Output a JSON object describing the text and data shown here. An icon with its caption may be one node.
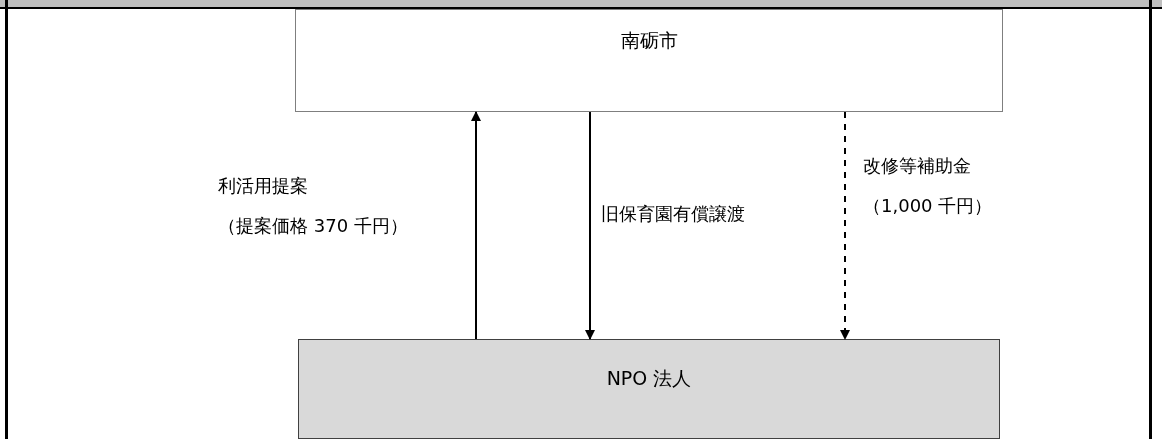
{
  "diagram": {
    "nodes": [
      {
        "text": [
          "南砺市"
        ]
      },
      {
        "text": [
          "NPO 法人"
        ]
      }
    ],
    "edges": [
      {
        "from": 1,
        "to": 0,
        "arrow": "to",
        "label": "利活用提案（提案価格 370 千円）"
      },
      {
        "from": 0,
        "to": 1,
        "arrow": "to",
        "label": "旧保育園有償譲渡"
      },
      {
        "from": 0,
        "to": 1,
        "arrow": "to",
        "label": "改修等補助金（1,000 千円）",
        "style": "dashed"
      }
    ]
  }
}
